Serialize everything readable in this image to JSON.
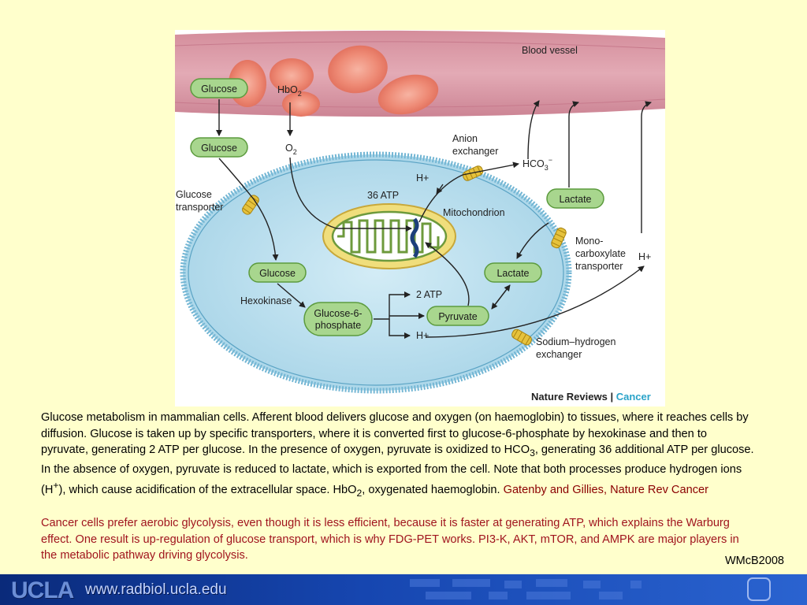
{
  "figure": {
    "labels": {
      "blood_vessel": "Blood vessel",
      "glucose_vessel": "Glucose",
      "hbo2_prefix": "HbO",
      "hbo2_sub": "2",
      "glucose_mid": "Glucose",
      "o2_prefix": "O",
      "o2_sub": "2",
      "glucose_transporter_l1": "Glucose",
      "glucose_transporter_l2": "transporter",
      "anion_l1": "Anion",
      "anion_l2": "exchanger",
      "hco3": "HCO",
      "hco3_sub": "3",
      "hco3_sup": "−",
      "h_plus_top": "H+",
      "atp36": "36 ATP",
      "mitochondrion": "Mitochondrion",
      "lactate_top": "Lactate",
      "mono_l1": "Mono-",
      "mono_l2": "carboxylate",
      "mono_l3": "transporter",
      "h_plus_right": "H+",
      "glucose_cell": "Glucose",
      "lactate_cell": "Lactate",
      "hexokinase": "Hexokinase",
      "g6p_l1": "Glucose-6-",
      "g6p_l2": "phosphate",
      "atp2": "2 ATP",
      "pyruvate": "Pyruvate",
      "h_plus_bottom": "H+",
      "sodium_l1": "Sodium–hydrogen",
      "sodium_l2": "exchanger",
      "source": "Nature Reviews",
      "source_sep": "|",
      "source_journal": "Cancer"
    },
    "colors": {
      "vessel": "#d99aa6",
      "rbc": "#ee8c78",
      "cell": "#bfe0ee",
      "membrane": "#6fb7d6",
      "pill": "#a8d68e",
      "mito": "#f4e79a",
      "transporter": "#e6c23c",
      "journal": "#2aa3c9"
    }
  },
  "caption": {
    "p1": "Glucose metabolism in mammalian cells. Afferent blood delivers glucose and oxygen (on haemoglobin) to tissues, where it reaches cells by diffusion. Glucose is taken up by specific transporters, where it is converted first to glucose-6-phosphate by hexokinase and then to pyruvate, generating 2 ATP per glucose. In the presence of oxygen, pyruvate is oxidized to HCO",
    "p1_sub": "3",
    "p2": ", generating 36 additional ATP per glucose. In the absence of oxygen, pyruvate is reduced to lactate, which is exported from the cell. Note that both processes produce hydrogen ions (H",
    "p2_sup": "+",
    "p3": "), which cause acidification of the extracellular space. HbO",
    "p3_sub": "2",
    "p4": ", oxygenated haemoglobin. ",
    "reference": "Gatenby and Gillies, Nature Rev Cancer"
  },
  "cancer_note": "Cancer cells prefer aerobic glycolysis, even though it is less efficient, because it is faster at generating ATP, which explains the Warburg effect. One result is up-regulation of glucose transport, which is why FDG-PET works. PI3-K, AKT, mTOR, and AMPK are major players in the metabolic pathway driving glycolysis.",
  "credit": "WMcB2008",
  "footer": {
    "logo": "UCLA",
    "url": "www.radbiol.ucla.edu"
  }
}
